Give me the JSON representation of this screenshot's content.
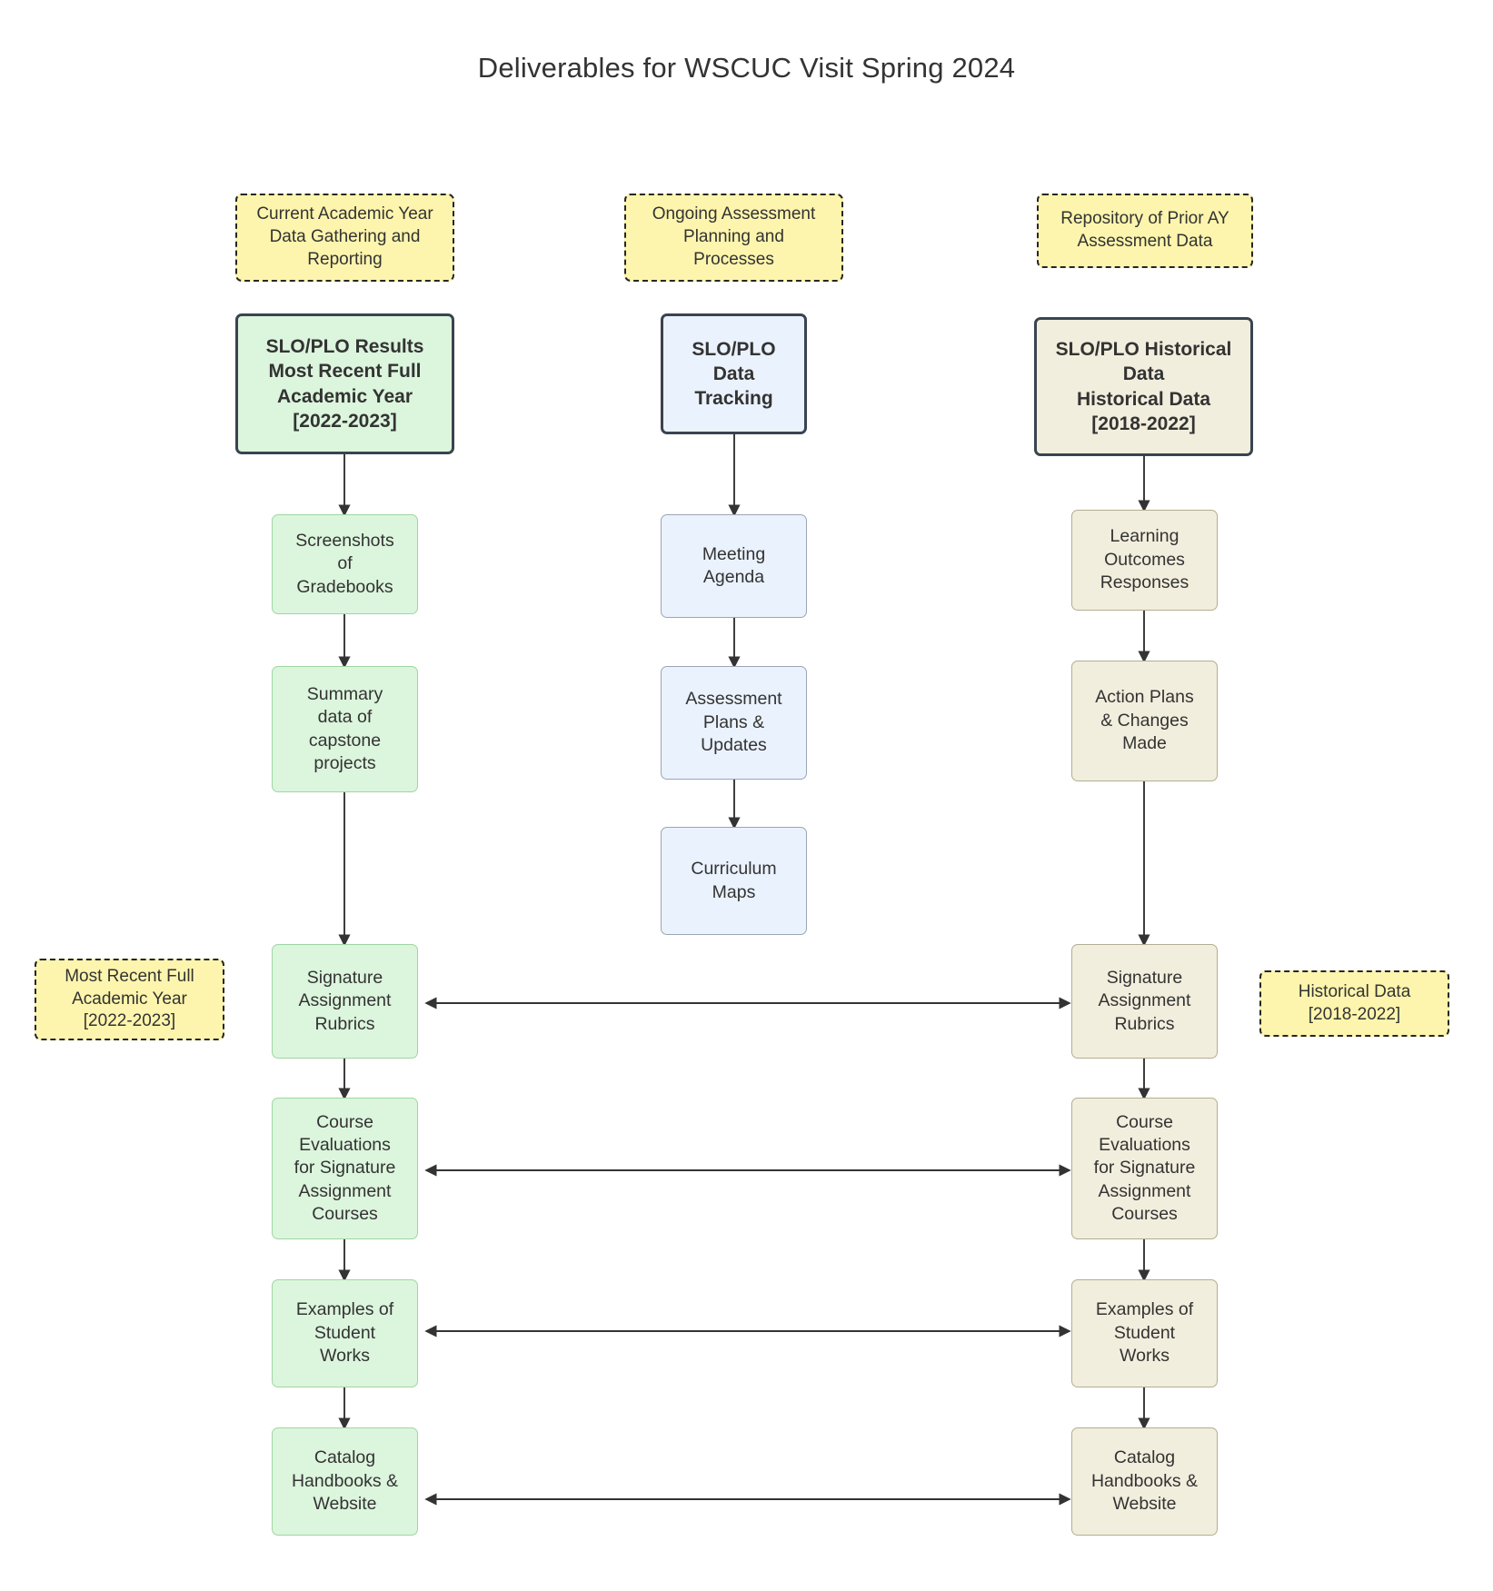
{
  "title": "Deliverables for WSCUC Visit Spring 2024",
  "theme": {
    "background": "#ffffff",
    "text": "#333333",
    "note_fill": "#fdf5ad",
    "note_border": "#262626",
    "green_fill": "#dcf5dd",
    "green_border": "#9fd6a2",
    "blue_fill": "#eaf2fd",
    "blue_border": "#9aa6b4",
    "beige_fill": "#f2eedd",
    "beige_border": "#b3ad92",
    "strong_border": "#394450",
    "edge": "#333333"
  },
  "columns": {
    "left": {
      "header": "Current Academic Year\nData Gathering and\nReporting",
      "nodes": [
        "SLO/PLO Results\nMost Recent Full\nAcademic Year\n[2022-2023]",
        "Screenshots\nof\nGradebooks",
        "Summary\ndata of\ncapstone\nprojects",
        "Signature\nAssignment\nRubrics",
        "Course\nEvaluations\nfor Signature\nAssignment\nCourses",
        "Examples of\nStudent\nWorks",
        "Catalog\nHandbooks &\nWebsite"
      ]
    },
    "middle": {
      "header": "Ongoing Assessment\nPlanning and\nProcesses",
      "nodes": [
        "SLO/PLO\nData\nTracking",
        "Meeting\nAgenda",
        "Assessment\nPlans &\nUpdates",
        "Curriculum\nMaps"
      ]
    },
    "right": {
      "header": "Repository of Prior AY\nAssessment Data",
      "nodes": [
        "SLO/PLO Historical\nData\nHistorical Data\n[2018-2022]",
        "Learning\nOutcomes\nResponses",
        "Action Plans\n& Changes\nMade",
        "Signature\nAssignment\nRubrics",
        "Course\nEvaluations\nfor Signature\nAssignment\nCourses",
        "Examples of\nStudent\nWorks",
        "Catalog\nHandbooks &\nWebsite"
      ]
    }
  },
  "side_notes": {
    "left": "Most Recent Full\nAcademic Year\n[2022-2023]",
    "right": "Historical Data\n[2018-2022]"
  }
}
